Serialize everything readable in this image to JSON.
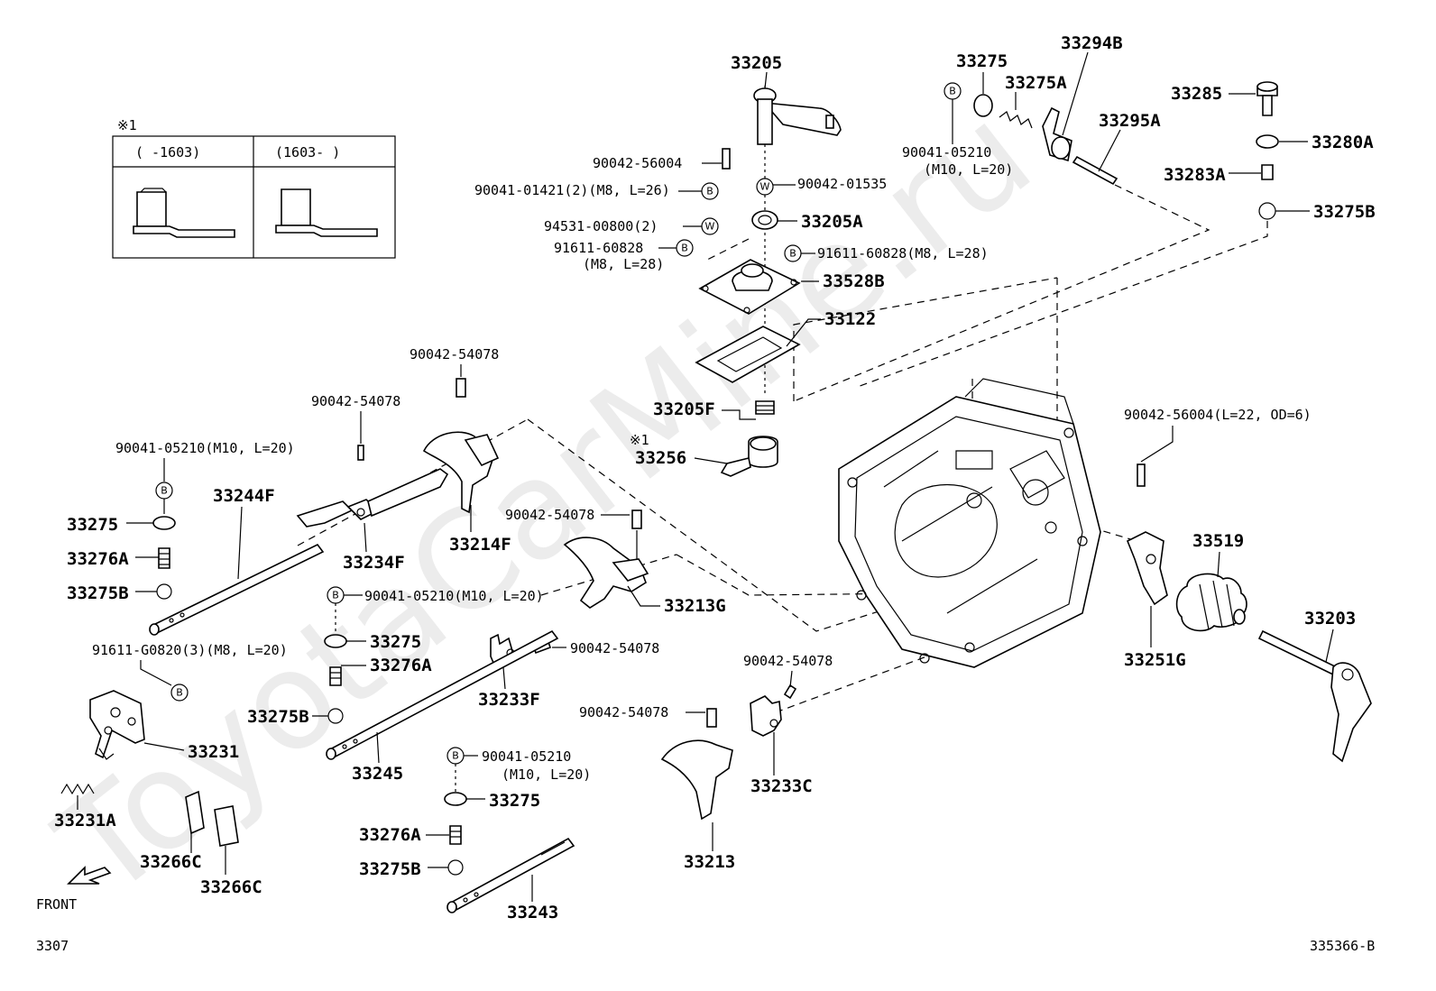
{
  "watermark": "ToyotaCarMine.ru",
  "inset": {
    "mark": "※1",
    "col1": "(      -1603)",
    "col2": "(1603-      )"
  },
  "labels": {
    "p33205": "33205",
    "p33275_top": "33275",
    "p33275A": "33275A",
    "p33294B": "33294B",
    "p33285": "33285",
    "p33280A": "33280A",
    "p33283A": "33283A",
    "p33275B_top": "33275B",
    "p33295A": "33295A",
    "b90041_05210_top": "90041-05210",
    "b90041_05210_top_spec": "(M10, L=20)",
    "p90042_56004": "90042-56004",
    "p90041_01421": "90041-01421(2)(M8, L=26)",
    "p90042_01535": "90042-01535",
    "p94531_00800": "94531-00800(2)",
    "p33205A": "33205A",
    "p91611_60828_left": "91611-60828",
    "p91611_60828_left_spec": "(M8, L=28)",
    "p91611_60828_right": "91611-60828(M8, L=28)",
    "p33528B": "33528B",
    "p33122": "33122",
    "p33205F": "33205F",
    "p33256_mark": "※1",
    "p33256": "33256",
    "p90042_54078_a": "90042-54078",
    "p90042_54078_b": "90042-54078",
    "p90041_05210_left": "90041-05210(M10, L=20)",
    "p33244F": "33244F",
    "p33275_left": "33275",
    "p33276A_left": "33276A",
    "p33275B_left": "33275B",
    "p33234F": "33234F",
    "p33214F": "33214F",
    "p90042_54078_c": "90042-54078",
    "p33213G": "33213G",
    "p90041_05210_mid": "90041-05210(M10, L=20)",
    "p33275_mid": "33275",
    "p33276A_mid": "33276A",
    "p33275B_mid": "33275B",
    "p91611_G0820": "91611-G0820(3)(M8, L=20)",
    "p90042_54078_d": "90042-54078",
    "p33233F": "33233F",
    "p33231": "33231",
    "p33245": "33245",
    "p33231A": "33231A",
    "p33266C_a": "33266C",
    "p33266C_b": "33266C",
    "front": "FRONT",
    "p90041_05210_low": "90041-05210",
    "p90041_05210_low_spec": "(M10, L=20)",
    "p33275_low": "33275",
    "p33276A_low": "33276A",
    "p33275B_low": "33275B",
    "p33243": "33243",
    "p90042_54078_e": "90042-54078",
    "p90042_54078_f": "90042-54078",
    "p33233C": "33233C",
    "p33213": "33213",
    "p90042_56004_right": "90042-56004(L=22, OD=6)",
    "p33519": "33519",
    "p33203": "33203",
    "p33251G": "33251G",
    "footer_left": "3307",
    "footer_right": "335366-B"
  },
  "circle_marks": {
    "bolt": "B",
    "washer": "W"
  }
}
